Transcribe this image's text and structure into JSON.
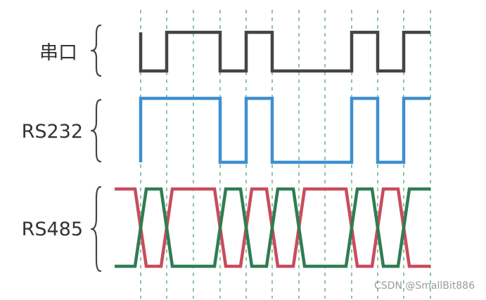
{
  "rows": [
    {
      "label": "串口",
      "bits": [
        1,
        0,
        1,
        1,
        0,
        1,
        0,
        0,
        0,
        1,
        0,
        1,
        1
      ],
      "color": "#444444"
    },
    {
      "label": "RS232",
      "bits": [
        0,
        1,
        1,
        1,
        0,
        1,
        0,
        0,
        0,
        1,
        0,
        1,
        1
      ],
      "color": "#3f8fd0"
    },
    {
      "label": "RS485",
      "bits": [
        1,
        0,
        1,
        1,
        0,
        1,
        0,
        1,
        1,
        0,
        1,
        0,
        1
      ],
      "color_a": "#c84c5c",
      "color_b": "#2f7d52"
    }
  ],
  "grid_color": "#8fc4a4",
  "watermark": "CSDN @SmallBit886"
}
